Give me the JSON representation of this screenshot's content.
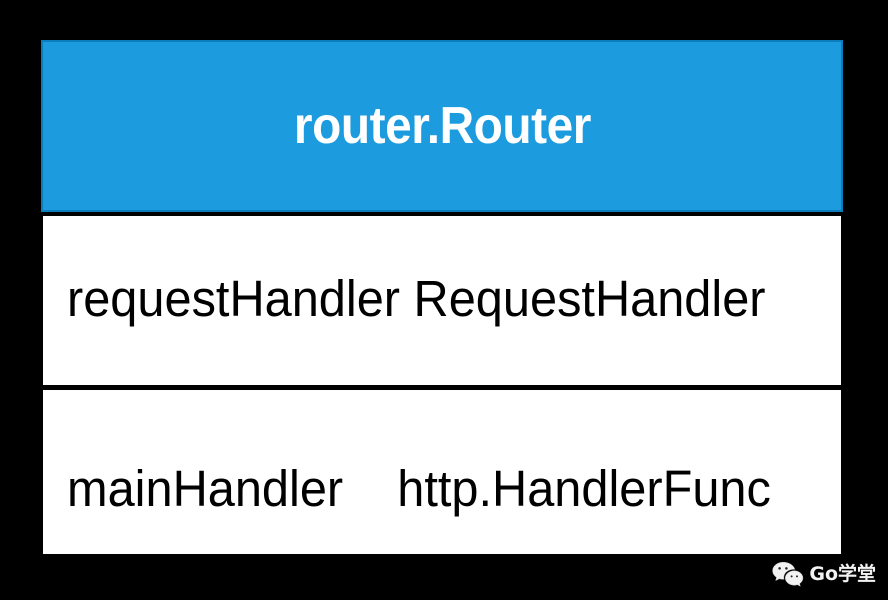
{
  "diagram": {
    "type": "uml-class",
    "class_name": "router.Router",
    "header_color": "#1d9bdf",
    "header_border_color": "#0b7cbc",
    "header_text_color": "#ffffff",
    "body_color": "#ffffff",
    "body_text_color": "#000000",
    "background_color": "#000000",
    "attributes": [
      {
        "text": "requestHandler RequestHandler",
        "field": "requestHandler",
        "field_type": "RequestHandler"
      },
      {
        "text": "mainHandler    http.HandlerFunc",
        "field": "mainHandler",
        "field_type": "http.HandlerFunc"
      }
    ]
  },
  "watermark": {
    "icon": "wechat-icon",
    "label": "Go学堂"
  }
}
